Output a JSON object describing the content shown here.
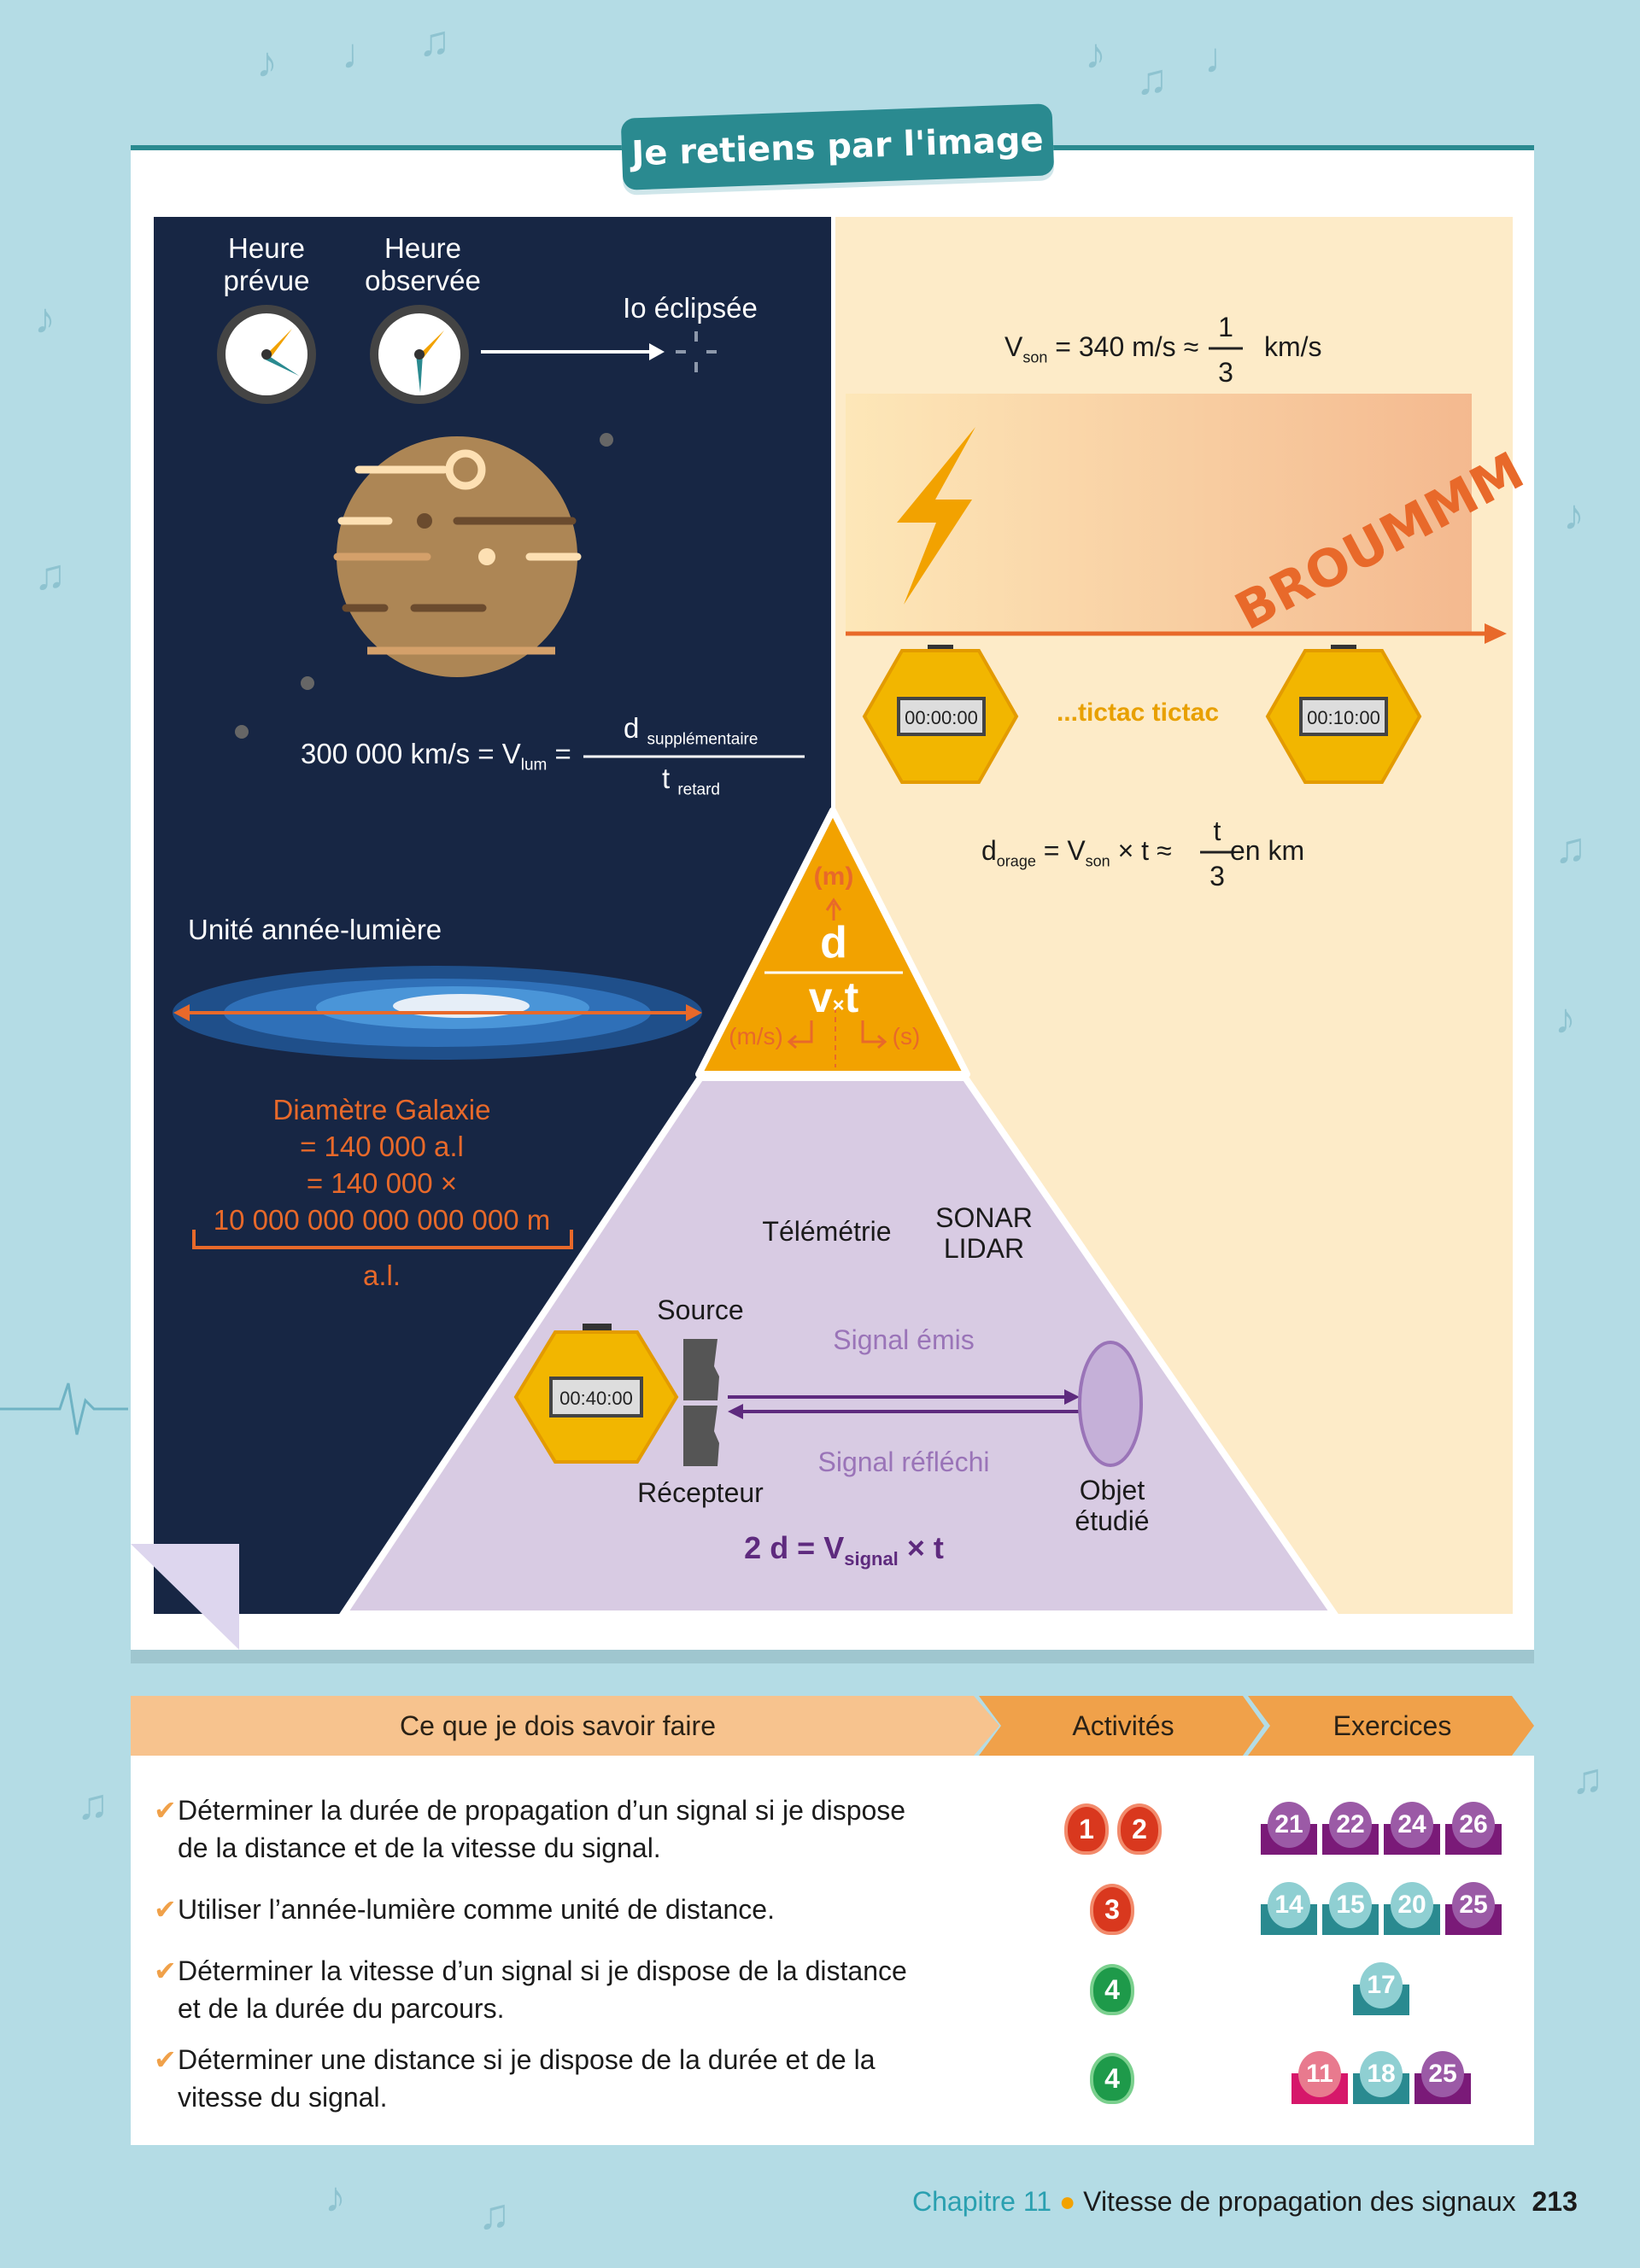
{
  "title": "Je retiens par l'image",
  "left_panel": {
    "clock1_label_1": "Heure",
    "clock1_label_2": "prévue",
    "clock2_label_1": "Heure",
    "clock2_label_2": "observée",
    "io_label": "Io éclipsée",
    "formula_left": "300 000 km/s = V",
    "formula_sub": "lum",
    "formula_eq": "=",
    "numerator": "d",
    "numerator_sub": "supplémentaire",
    "denominator": "t",
    "denominator_sub": "retard",
    "unit_title": "Unité année-lumière",
    "galaxy_lines": [
      "Diamètre Galaxie",
      "= 140 000 a.l",
      "= 140 000 ×",
      "10 000 000 000 000 000 m"
    ],
    "bracket_label": "a.l."
  },
  "right_panel": {
    "vson_v": "V",
    "vson_sub": "son",
    "vson_text": "= 340 m/s ≈",
    "vson_num": "1",
    "vson_den": "3",
    "vson_unit": "km/s",
    "sound_text": "BROUMMM",
    "stopwatch1": "00:00:00",
    "stopwatch2": "00:10:00",
    "tictac": "...tictac tictac",
    "dorage_d": "d",
    "dorage_sub": "orage",
    "dorage_mid": "= V",
    "dorage_son": "son",
    "dorage_rest": "× t ≈",
    "dorage_num": "t",
    "dorage_den": "3",
    "dorage_unit": "en km"
  },
  "triangle": {
    "unit_d": "(m)",
    "d": "d",
    "v": "v",
    "times": "×",
    "t": "t",
    "unit_v": "(m/s)",
    "unit_t": "(s)"
  },
  "lavender": {
    "telemetrie": "Télémétrie",
    "sonar": "SONAR",
    "lidar": "LIDAR",
    "source": "Source",
    "recepteur": "Récepteur",
    "stopwatch": "00:40:00",
    "signal_emis": "Signal émis",
    "signal_reflechi": "Signal réfléchi",
    "objet_1": "Objet",
    "objet_2": "étudié",
    "formula_main": "2 d = V",
    "formula_sub": "signal",
    "formula_end": "× t"
  },
  "table": {
    "headers": [
      "Ce que je dois savoir faire",
      "Activités",
      "Exercices"
    ],
    "rows": [
      {
        "lines": [
          "Déterminer la durée de propagation d’un signal si je dispose",
          "de la distance et de la vitesse du signal."
        ],
        "activities": [
          "1",
          "2"
        ],
        "exercises": [
          "21",
          "22",
          "24",
          "26"
        ]
      },
      {
        "lines": [
          "Utiliser l’année-lumière comme unité de distance."
        ],
        "activities": [
          "3"
        ],
        "exercises": [
          "14",
          "15",
          "20",
          "25"
        ]
      },
      {
        "lines": [
          "Déterminer la vitesse d’un signal si je dispose de la distance",
          "et de la durée du parcours."
        ],
        "activities": [
          "4"
        ],
        "exercises": [
          "17"
        ]
      },
      {
        "lines": [
          "Déterminer une distance si je dispose de la durée et de la",
          "vitesse du signal."
        ],
        "activities": [
          "4"
        ],
        "exercises": [
          "11",
          "18",
          "25"
        ]
      }
    ]
  },
  "footer": {
    "chapter": "Chapitre 11",
    "title": "Vitesse de propagation des signaux",
    "page": "213"
  },
  "colors": {
    "background": "#b4dce5",
    "teal": "#2a8a90",
    "navy": "#172644",
    "cream": "#fdebc8",
    "orange": "#f2a200",
    "lavender": "#d8cbe3",
    "purple": "#5e2a7e"
  }
}
